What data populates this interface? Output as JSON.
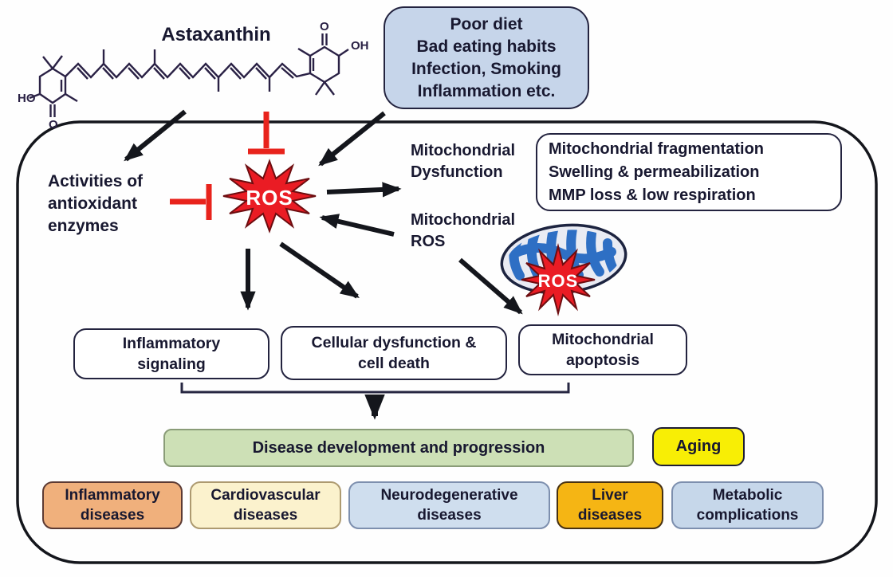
{
  "diagram": {
    "compound": {
      "title": "Astaxanthin",
      "atoms": {
        "left_ho": "HO",
        "left_o": "O",
        "right_o": "O",
        "right_oh": "OH"
      }
    },
    "causes_box": {
      "lines": [
        "Poor diet",
        "Bad eating habits",
        "Infection, Smoking",
        "Inflammation etc."
      ],
      "bg": "#c6d5ea"
    },
    "antioxidant_label": {
      "lines": [
        "Activities of",
        "antioxidant",
        "enzymes"
      ]
    },
    "ros_star": {
      "label": "ROS",
      "fill": "#ea1c24",
      "text_color": "#ffffff"
    },
    "mito_dysfunction_label": {
      "lines": [
        "Mitochondrial",
        "Dysfunction"
      ]
    },
    "mito_effects_box": {
      "lines": [
        "Mitochondrial fragmentation",
        "Swelling & permeabilization",
        "MMP loss & low respiration"
      ],
      "bg": "#ffffff"
    },
    "mito_ros_label": {
      "lines": [
        "Mitochondrial",
        "ROS"
      ]
    },
    "mito_ros_star": {
      "label": "ROS",
      "fill": "#ea1c24",
      "text_color": "#ffffff"
    },
    "outcome_boxes": [
      {
        "lines": [
          "Inflammatory",
          "signaling"
        ],
        "bg": "#ffffff"
      },
      {
        "lines": [
          "Cellular dysfunction &",
          "cell death"
        ],
        "bg": "#ffffff"
      },
      {
        "lines": [
          "Mitochondrial",
          "apoptosis"
        ],
        "bg": "#ffffff"
      }
    ],
    "disease_box": {
      "label": "Disease development and progression",
      "bg": "#cde0b6",
      "border": "#8a9c78"
    },
    "aging_box": {
      "label": "Aging",
      "bg": "#f8ee05",
      "border": "#1d1d35"
    },
    "disease_categories": [
      {
        "lines": [
          "Inflammatory",
          "diseases"
        ],
        "bg": "#f0b07c",
        "border": "#5c3a33"
      },
      {
        "lines": [
          "Cardiovascular",
          "diseases"
        ],
        "bg": "#fbf2cd",
        "border": "#ad9a70"
      },
      {
        "lines": [
          "Neurodegenerative",
          "diseases"
        ],
        "bg": "#cfdeee",
        "border": "#7d8fae"
      },
      {
        "lines": [
          "Liver",
          "diseases"
        ],
        "bg": "#f5b514",
        "border": "#473112"
      },
      {
        "lines": [
          "Metabolic",
          "complications"
        ],
        "bg": "#c6d7ea",
        "border": "#7d8fae"
      }
    ],
    "colors": {
      "arrow": "#14161c",
      "inhibition": "#e8231c",
      "outline": "#1d1d35",
      "text": "#181830"
    }
  }
}
